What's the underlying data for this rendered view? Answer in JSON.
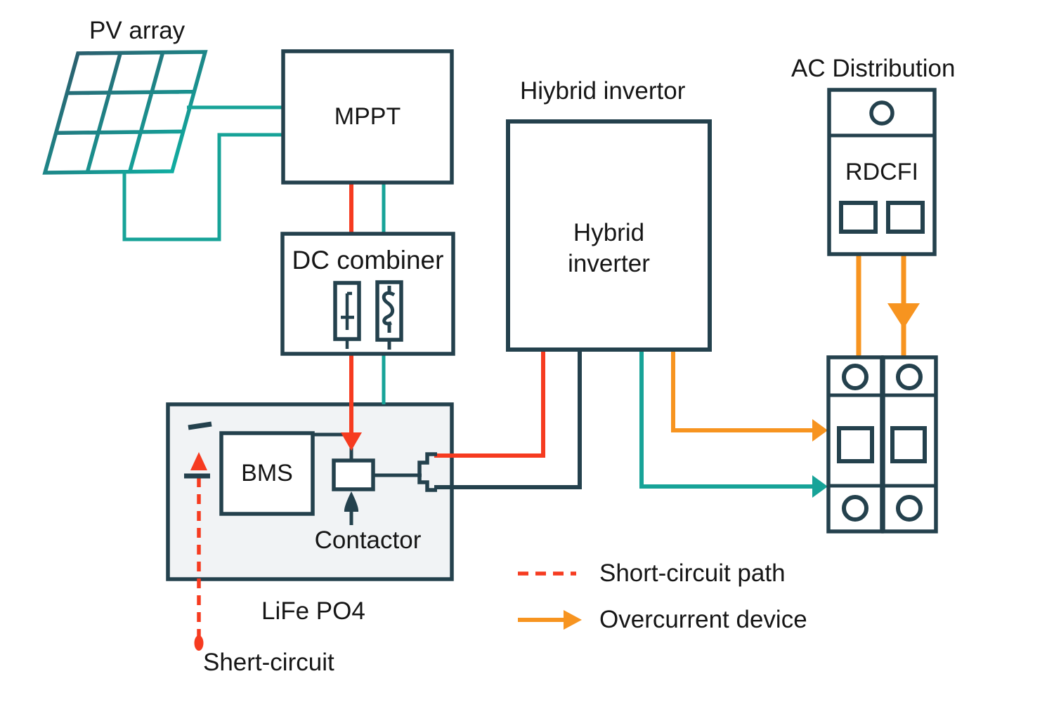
{
  "colors": {
    "teal": "#17a398",
    "dark": "#24414d",
    "red": "#f63b20",
    "orange": "#f79420",
    "battery_fill": "#f1f3f5",
    "text": "#161616"
  },
  "nodes": {
    "pv_array": {
      "label": "PV array"
    },
    "mppt": {
      "label": "MPPT"
    },
    "dc_combiner": {
      "label": "DC combiner"
    },
    "hybrid_inverter": {
      "caption": "Hiybrid invertor",
      "label_line1": "Hybrid",
      "label_line2": "inverter"
    },
    "ac_distribution": {
      "label": "AC Distribution",
      "device": "RDCFI"
    },
    "battery": {
      "label": "LiFe PO4",
      "bms": "BMS",
      "contactor": "Contactor"
    },
    "short_circuit": {
      "label": "Shert-circuit"
    }
  },
  "legend": {
    "items": [
      {
        "id": "short-circuit-path",
        "label": "Short-circuit path"
      },
      {
        "id": "overcurrent-device",
        "label": "Overcurrent device"
      }
    ]
  }
}
